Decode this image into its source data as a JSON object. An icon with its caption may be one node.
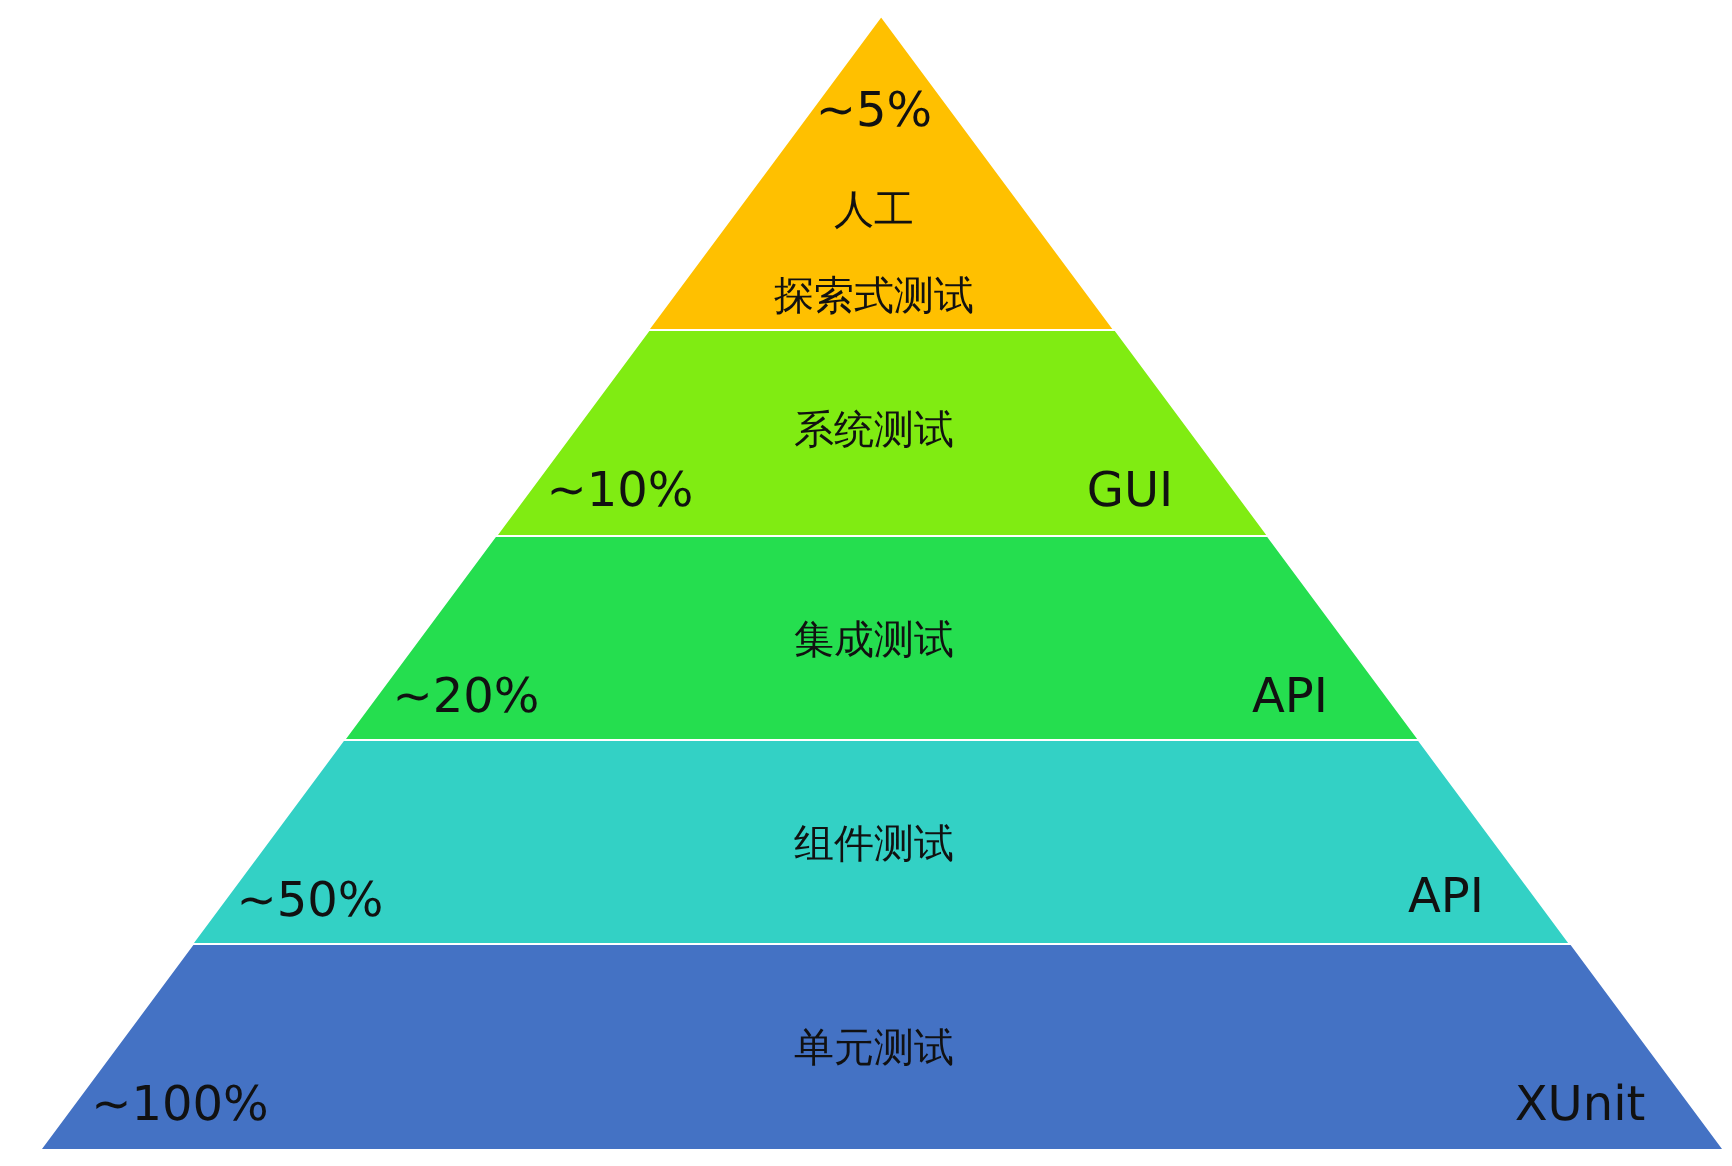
{
  "diagram": {
    "nodes": [
      {
        "text": [
          "~5%",
          "人工",
          "探索式测试"
        ]
      },
      {
        "text": [
          "系统测试",
          "~10%",
          "GUI"
        ]
      },
      {
        "text": [
          "集成测试",
          "~20%",
          "API"
        ]
      },
      {
        "text": [
          "组件测试",
          "~50%",
          "API"
        ]
      },
      {
        "text": [
          "单元测试",
          "~100%",
          "XUnit"
        ]
      }
    ],
    "edges": []
  }
}
